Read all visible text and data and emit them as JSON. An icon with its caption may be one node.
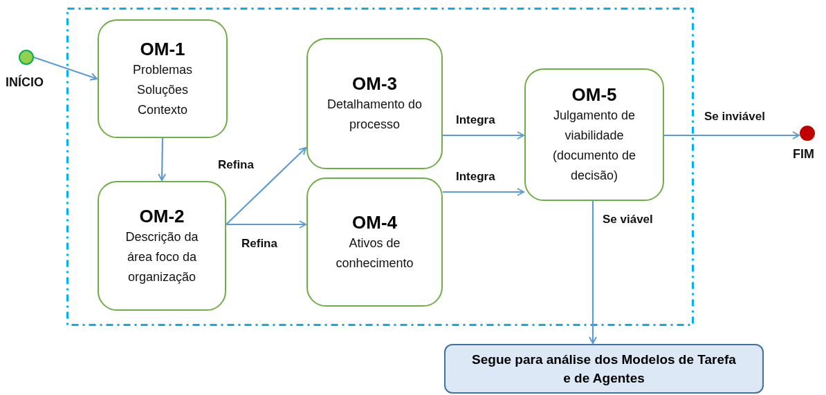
{
  "diagram": {
    "nodes": [
      {
        "text": [],
        "shape": "box"
      },
      {
        "text": [],
        "shape": "circle",
        "beside": [
          "INÍCIO"
        ]
      },
      {
        "text": [
          "OM-1",
          "Problemas",
          "Soluções",
          "Contexto"
        ],
        "in": 0
      },
      {
        "text": [
          "OM-2",
          "Descrição da área foco da organização"
        ],
        "in": 0
      },
      {
        "text": [
          "OM-3",
          "Detalhamento do processo"
        ],
        "in": 0
      },
      {
        "text": [
          "OM-4",
          "Ativos de conhecimento"
        ],
        "in": 0
      },
      {
        "text": [
          "OM-5",
          "Julgamento de viabilidade (documento de decisão)"
        ],
        "in": 0
      },
      {
        "text": [],
        "shape": "circle",
        "beside": [
          "FIM"
        ]
      },
      {
        "text": [
          "Segue para análise dos Modelos de Tarefa e de Agentes"
        ]
      }
    ],
    "edges": [
      {
        "from": 1,
        "to": 2,
        "arrow": "to"
      },
      {
        "from": 2,
        "to": 3,
        "arrow": "to"
      },
      {
        "from": 3,
        "to": 4,
        "label": "Refina",
        "arrow": "to"
      },
      {
        "from": 3,
        "to": 5,
        "label": "Refina",
        "arrow": "to"
      },
      {
        "from": 4,
        "to": 6,
        "label": "Integra",
        "arrow": "to"
      },
      {
        "from": 5,
        "to": 6,
        "label": "Integra",
        "arrow": "to"
      },
      {
        "from": 6,
        "to": 7,
        "label": "Se inviável",
        "arrow": "to"
      },
      {
        "from": 6,
        "to": 8,
        "label": "Se viável",
        "arrow": "to"
      }
    ]
  }
}
